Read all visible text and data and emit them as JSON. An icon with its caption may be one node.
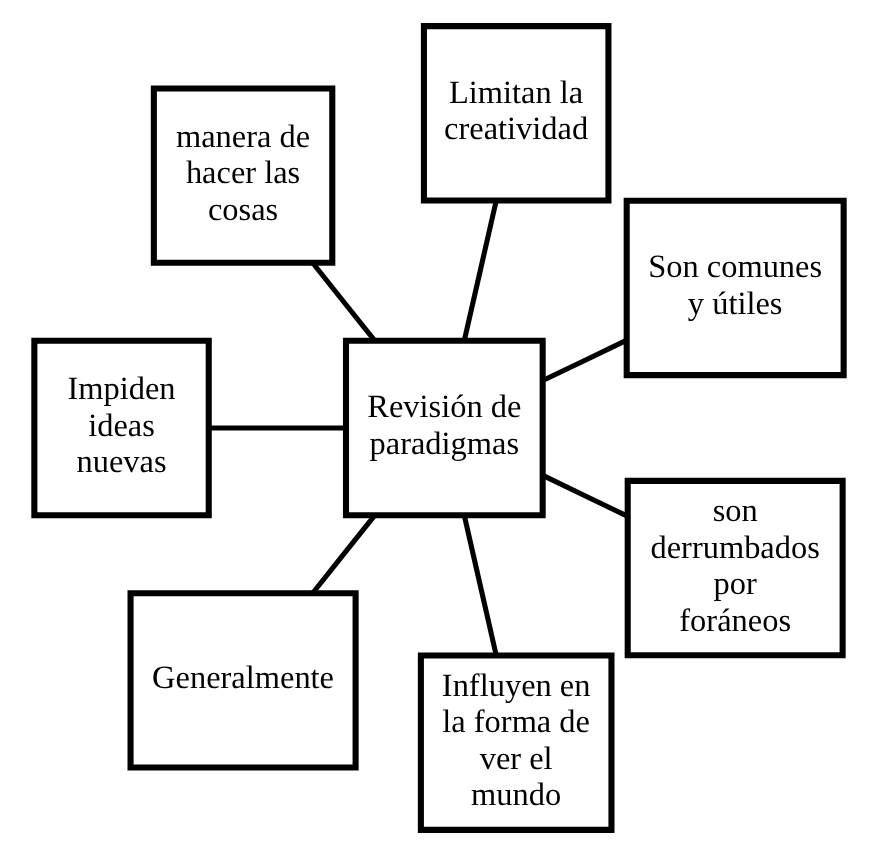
{
  "diagram": {
    "nodes": [
      {
        "text": [
          "Son comunes y útiles"
        ]
      },
      {
        "text": [
          "Limitan la creatividad"
        ]
      },
      {
        "text": [
          "manera de hacer las cosas"
        ]
      },
      {
        "text": [
          "Revisión de paradigmas"
        ]
      },
      {
        "text": [
          "Impiden ideas nuevas"
        ]
      },
      {
        "text": [
          "Generalmente"
        ]
      },
      {
        "text": [
          "Influyen en la forma de ver el mundo"
        ]
      },
      {
        "text": [
          "son derrumbados por foráneos"
        ]
      }
    ],
    "edges": [
      {
        "from": 3,
        "to": 0,
        "arrow": "none"
      },
      {
        "from": 3,
        "to": 1,
        "arrow": "none"
      },
      {
        "from": 3,
        "to": 2,
        "arrow": "none"
      },
      {
        "from": 3,
        "to": 4,
        "arrow": "none"
      },
      {
        "from": 3,
        "to": 5,
        "arrow": "none"
      },
      {
        "from": 3,
        "to": 6,
        "arrow": "none"
      },
      {
        "from": 3,
        "to": 7,
        "arrow": "none"
      }
    ]
  }
}
